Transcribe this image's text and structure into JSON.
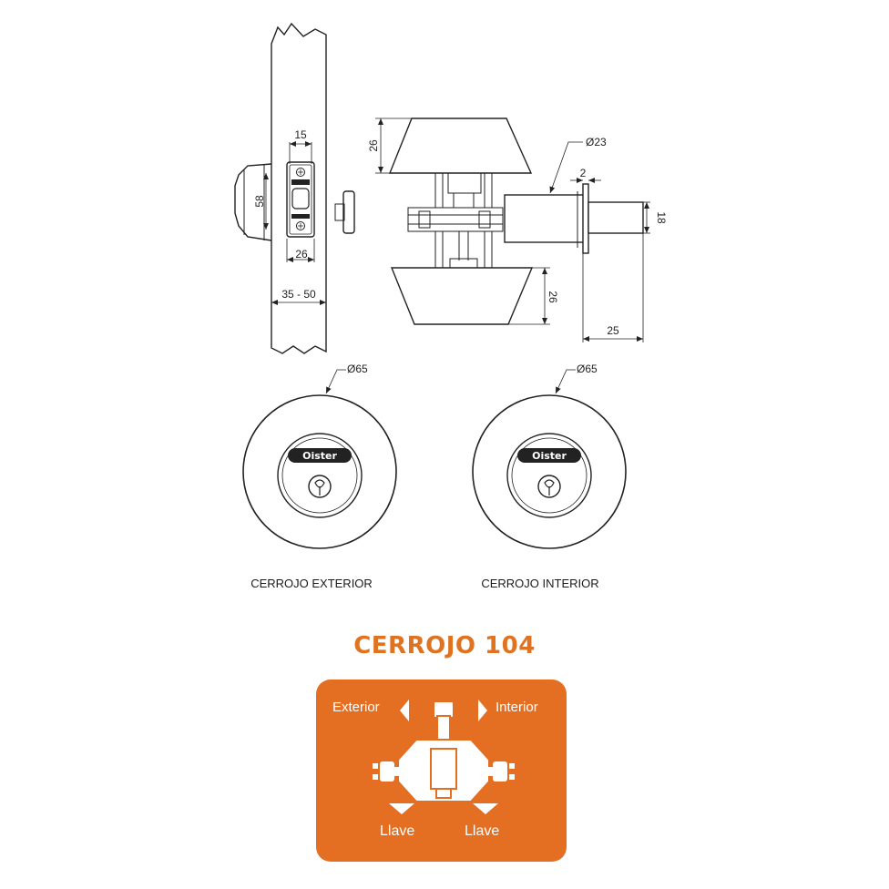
{
  "dimensions": {
    "d15": "15",
    "d58": "58",
    "d26_plate": "26",
    "d35_50": "35 - 50",
    "d26_top": "26",
    "d26_bottom": "26",
    "d23": "Ø23",
    "d2": "2",
    "d18": "18",
    "d25": "25",
    "d65_left": "Ø65",
    "d65_right": "Ø65"
  },
  "brand": {
    "logo_text": "Oister"
  },
  "captions": {
    "exterior": "CERROJO EXTERIOR",
    "interior": "CERROJO INTERIOR"
  },
  "product": {
    "title": "CERROJO 104"
  },
  "panel": {
    "background": "#e46f22",
    "title_color": "#e07321",
    "label_exterior": "Exterior",
    "label_interior": "Interior",
    "label_key_left": "Llave",
    "label_key_right": "Llave",
    "icons": [
      "arrow-left-icon",
      "arrow-right-icon",
      "key-left-icon",
      "key-right-icon",
      "arrow-down-icon",
      "lock-body-icon"
    ]
  }
}
